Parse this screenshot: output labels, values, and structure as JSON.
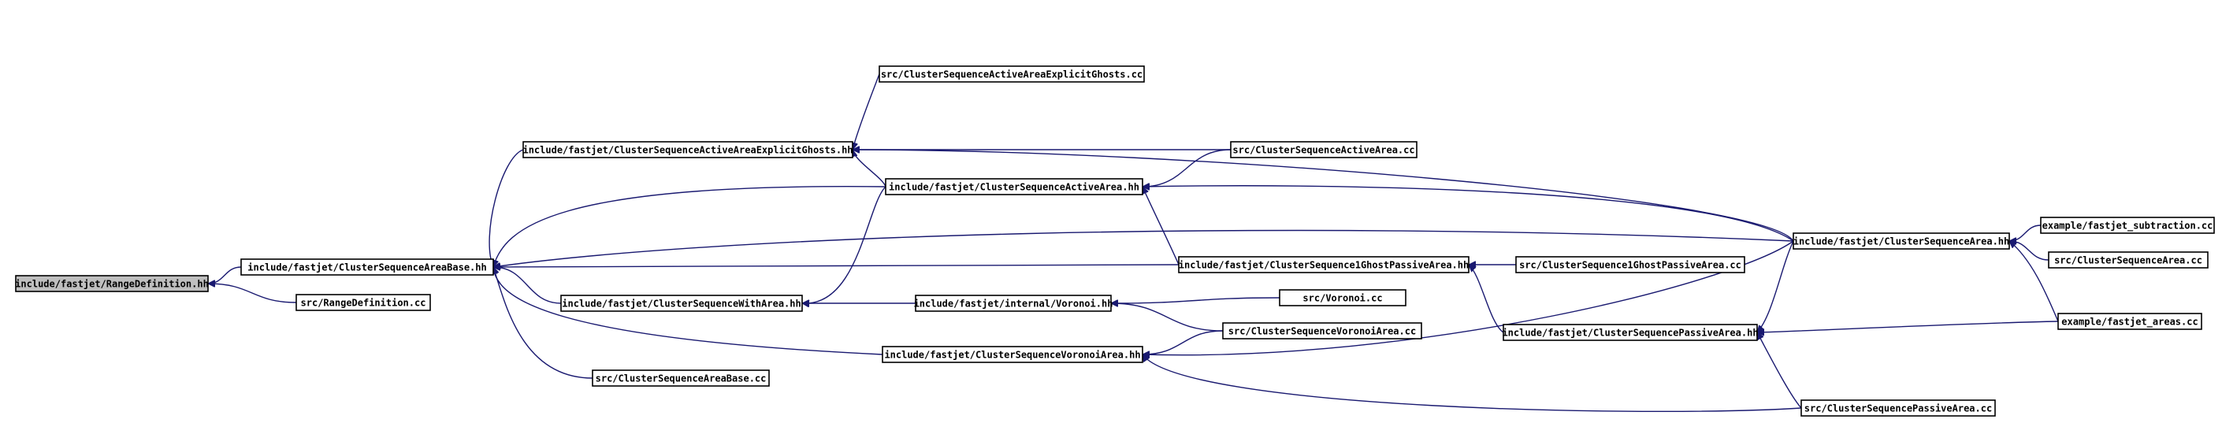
{
  "diagram": {
    "type": "include-dependency-graph",
    "colors": {
      "edge": "#191970",
      "root_fill": "#bfbfbf",
      "node_fill": "#ffffff",
      "border": "#000000"
    },
    "nodes": {
      "rangedef_hh": "include/fastjet/RangeDefinition.hh",
      "rangedef_cc": "src/RangeDefinition.cc",
      "csab_hh": "include/fastjet/ClusterSequenceAreaBase.hh",
      "csaaeg_hh": "include/fastjet/ClusterSequenceActiveAreaExplicitGhosts.hh",
      "csaaeg_cc": "src/ClusterSequenceActiveAreaExplicitGhosts.cc",
      "csaa_cc": "src/ClusterSequenceActiveArea.cc",
      "csaa_hh": "include/fastjet/ClusterSequenceActiveArea.hh",
      "cs1gpa_hh": "include/fastjet/ClusterSequence1GhostPassiveArea.hh",
      "cs1gpa_cc": "src/ClusterSequence1GhostPassiveArea.cc",
      "cswa_hh": "include/fastjet/ClusterSequenceWithArea.hh",
      "voronoi_hh": "include/fastjet/internal/Voronoi.hh",
      "voronoi_cc": "src/Voronoi.cc",
      "csva_cc": "src/ClusterSequenceVoronoiArea.cc",
      "csva_hh": "include/fastjet/ClusterSequenceVoronoiArea.hh",
      "csab_cc": "src/ClusterSequenceAreaBase.cc",
      "cspa_hh": "include/fastjet/ClusterSequencePassiveArea.hh",
      "cspa_cc": "src/ClusterSequencePassiveArea.cc",
      "csarea_hh": "include/fastjet/ClusterSequenceArea.hh",
      "fj_sub_cc": "example/fastjet_subtraction.cc",
      "csarea_cc": "src/ClusterSequenceArea.cc",
      "fj_areas_cc": "example/fastjet_areas.cc"
    },
    "edges": [
      [
        "rangedef_cc",
        "rangedef_hh"
      ],
      [
        "csab_hh",
        "rangedef_hh"
      ],
      [
        "csaaeg_hh",
        "csab_hh"
      ],
      [
        "csaa_hh",
        "csab_hh"
      ],
      [
        "csarea_hh",
        "csab_hh"
      ],
      [
        "cs1gpa_hh",
        "csab_hh"
      ],
      [
        "cswa_hh",
        "csab_hh"
      ],
      [
        "csva_hh",
        "csab_hh"
      ],
      [
        "csab_cc",
        "csab_hh"
      ],
      [
        "csaaeg_cc",
        "csaaeg_hh"
      ],
      [
        "csaa_cc",
        "csaaeg_hh"
      ],
      [
        "csaa_hh",
        "csaaeg_hh"
      ],
      [
        "csarea_hh",
        "csaaeg_hh"
      ],
      [
        "csaa_cc",
        "csaa_hh"
      ],
      [
        "csarea_hh",
        "csaa_hh"
      ],
      [
        "cs1gpa_hh",
        "csaa_hh"
      ],
      [
        "cs1gpa_cc",
        "cs1gpa_hh"
      ],
      [
        "cspa_hh",
        "cs1gpa_hh"
      ],
      [
        "csaa_hh",
        "cswa_hh"
      ],
      [
        "voronoi_hh",
        "cswa_hh"
      ],
      [
        "voronoi_cc",
        "voronoi_hh"
      ],
      [
        "csva_cc",
        "voronoi_hh"
      ],
      [
        "csva_cc",
        "csva_hh"
      ],
      [
        "csarea_hh",
        "csva_hh"
      ],
      [
        "cspa_cc",
        "csva_hh"
      ],
      [
        "csarea_hh",
        "cspa_hh"
      ],
      [
        "fj_areas_cc",
        "cspa_hh"
      ],
      [
        "cspa_cc",
        "cspa_hh"
      ],
      [
        "fj_sub_cc",
        "csarea_hh"
      ],
      [
        "csarea_cc",
        "csarea_hh"
      ],
      [
        "fj_areas_cc",
        "csarea_hh"
      ]
    ]
  }
}
